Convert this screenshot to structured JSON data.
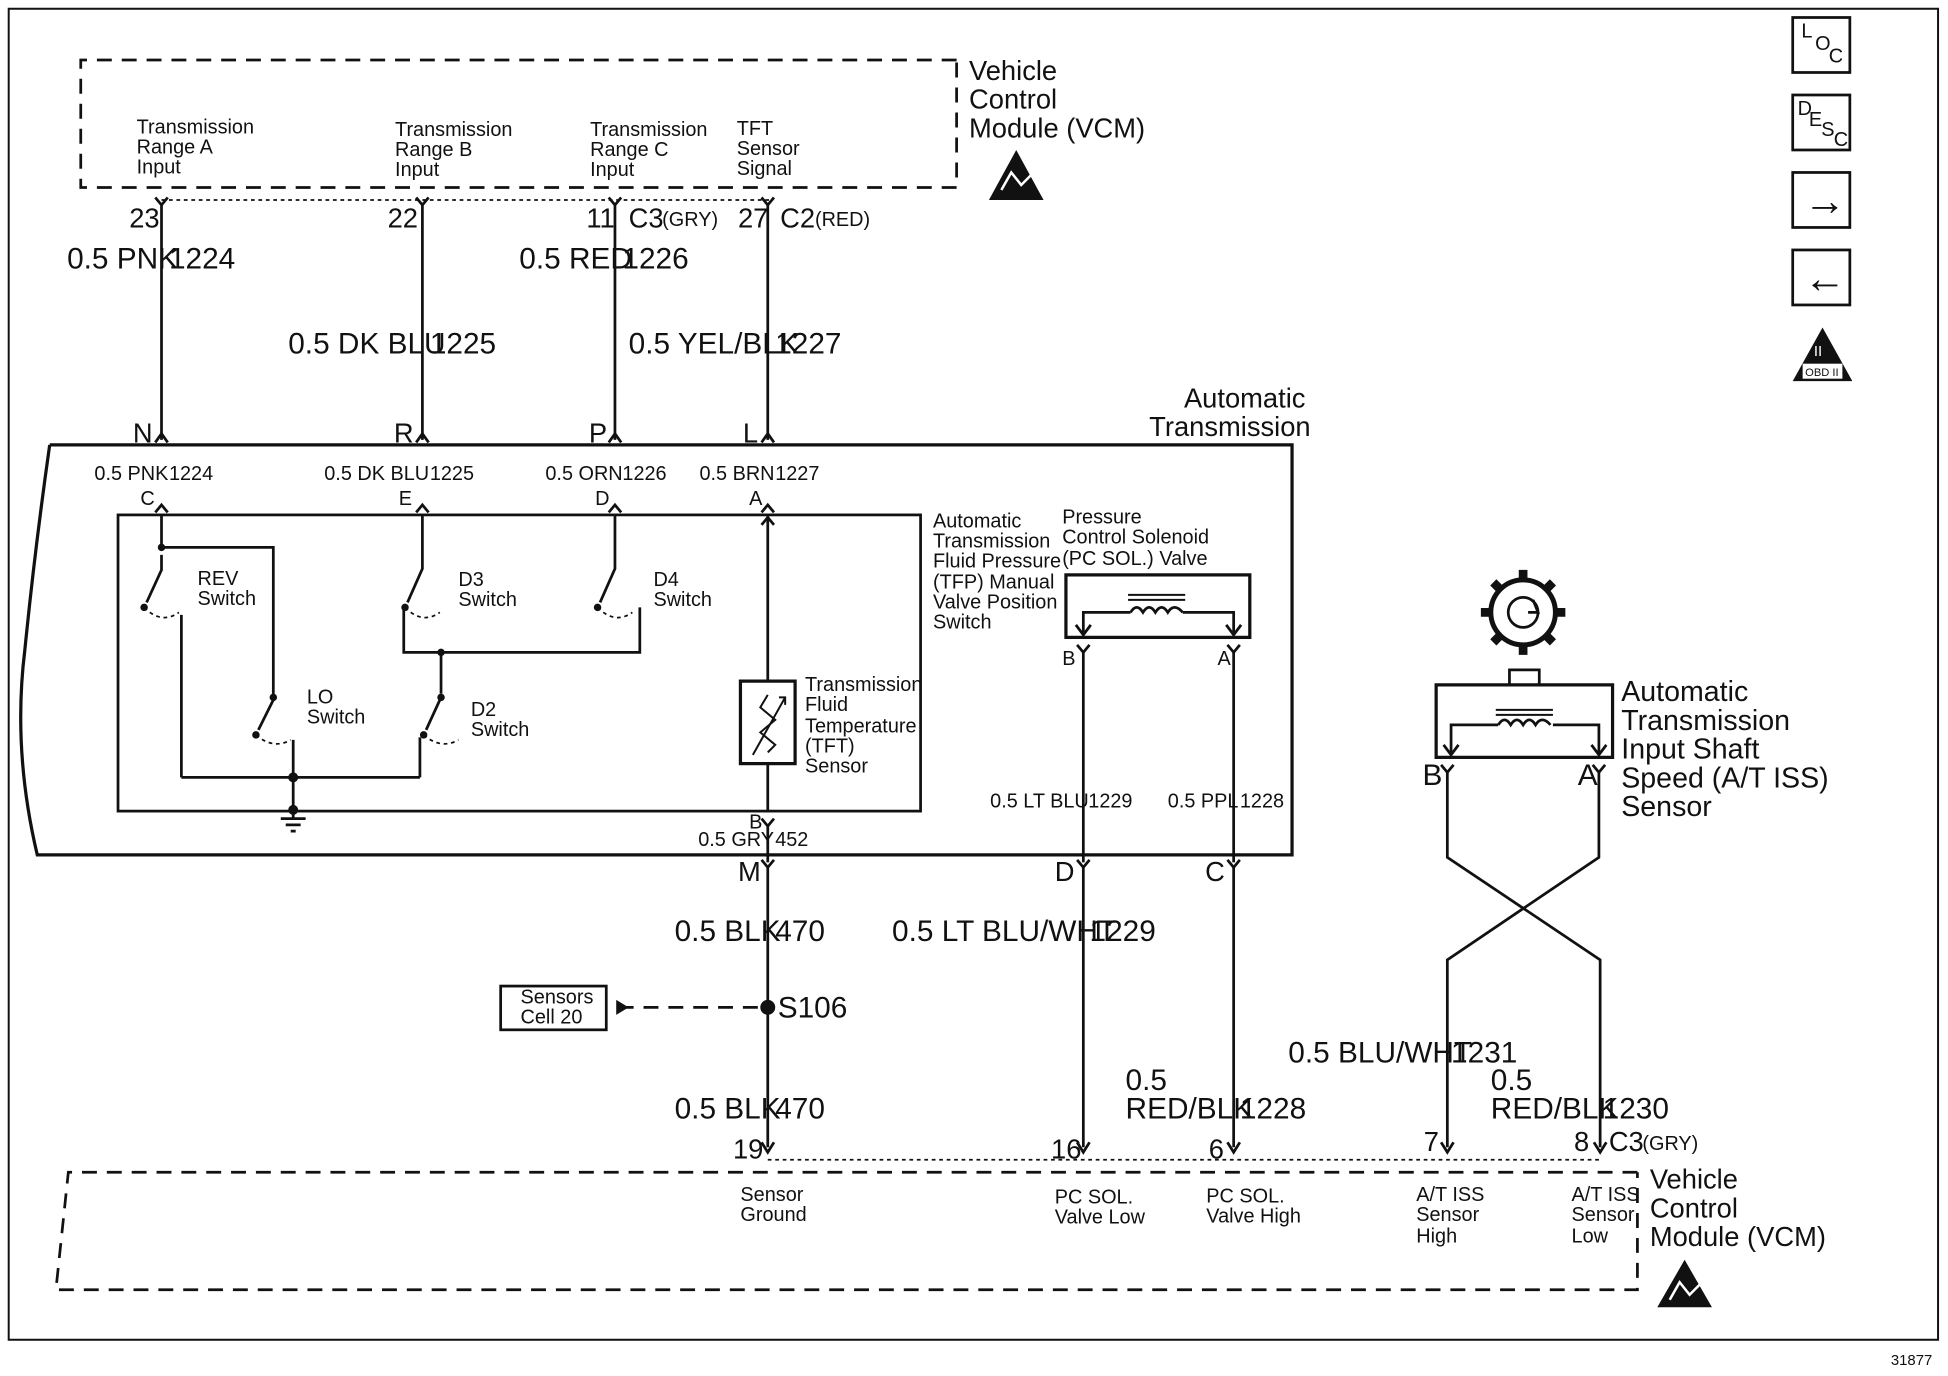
{
  "vcm_top": {
    "title": [
      "Vehicle",
      "Control",
      "Module (VCM)"
    ],
    "pins": [
      {
        "pin": "23",
        "label": [
          "Transmission",
          "Range A",
          "Input"
        ],
        "wire": "0.5 PNK",
        "circuit": "1224",
        "conn": "",
        "conn_color": ""
      },
      {
        "pin": "22",
        "label": [
          "Transmission",
          "Range B",
          "Input"
        ],
        "wire": "0.5 DK BLU",
        "circuit": "1225",
        "conn": "",
        "conn_color": ""
      },
      {
        "pin": "11",
        "label": [
          "Transmission",
          "Range C",
          "Input"
        ],
        "wire": "0.5 RED",
        "circuit": "1226",
        "conn": "C3",
        "conn_color": "(GRY)"
      },
      {
        "pin": "27",
        "label": [
          "TFT",
          "Sensor",
          "Signal"
        ],
        "wire": "0.5 YEL/BLK",
        "circuit": "1227",
        "conn": "C2",
        "conn_color": "(RED)"
      }
    ]
  },
  "transmission": {
    "title": [
      "Automatic",
      "Transmission"
    ],
    "top_pins": [
      {
        "outer": "N",
        "inner": "C",
        "wire": "0.5 PNK",
        "circuit": "1224"
      },
      {
        "outer": "R",
        "inner": "E",
        "wire": "0.5 DK BLU",
        "circuit": "1225"
      },
      {
        "outer": "P",
        "inner": "D",
        "wire": "0.5 ORN",
        "circuit": "1226"
      },
      {
        "outer": "L",
        "inner": "A",
        "wire": "0.5 BRN",
        "circuit": "1227"
      }
    ],
    "switches": {
      "rev": [
        "REV",
        "Switch"
      ],
      "d3": [
        "D3",
        "Switch"
      ],
      "d4": [
        "D4",
        "Switch"
      ],
      "lo": [
        "LO",
        "Switch"
      ],
      "d2": [
        "D2",
        "Switch"
      ]
    },
    "tfp_label": [
      "Automatic",
      "Transmission",
      "Fluid Pressure",
      "(TFP) Manual",
      "Valve Position",
      "Switch"
    ],
    "tft_label": [
      "Transmission",
      "Fluid",
      "Temperature",
      "(TFT)",
      "Sensor"
    ],
    "pc_sol_label": [
      "Pressure",
      "Control Solenoid",
      "(PC SOL.) Valve"
    ],
    "pc_pin_b": "B",
    "pc_pin_a": "A",
    "tft_pin": "B",
    "tft_wire": "0.5 GRY",
    "tft_circuit": "452",
    "pc_low_wire": "0.5 LT BLU",
    "pc_low_circuit": "1229",
    "pc_high_wire": "0.5 PPL",
    "pc_high_circuit": "1228",
    "out_m": "M",
    "out_d": "D",
    "out_c": "C"
  },
  "lower_wires": {
    "m_wire": "0.5 BLK",
    "m_circuit": "470",
    "d_wire": "0.5 LT BLU/WHT",
    "d_circuit": "1229",
    "splice": "S106",
    "ref_box": [
      "Sensors",
      "Cell 20"
    ],
    "gnd_wire": "0.5 BLK",
    "gnd_circuit": "470",
    "pch_wire": [
      "0.5",
      "RED/BLK"
    ],
    "pch_circuit": "1228",
    "iss_high_wire": "0.5 BLU/WHT",
    "iss_high_circuit": "1231",
    "iss_low_wire": [
      "0.5",
      "RED/BLK"
    ],
    "iss_low_circuit": "1230"
  },
  "iss_sensor": {
    "label": [
      "Automatic",
      "Transmission",
      "Input Shaft",
      "Speed (A/T ISS)",
      "Sensor"
    ],
    "pin_b": "B",
    "pin_a": "A"
  },
  "vcm_bottom": {
    "title": [
      "Vehicle",
      "Control",
      "Module (VCM)"
    ],
    "conn": "C3",
    "conn_color": "(GRY)",
    "pins": [
      {
        "pin": "19",
        "label": [
          "Sensor",
          "Ground"
        ]
      },
      {
        "pin": "16",
        "label": [
          "PC SOL.",
          "Valve Low"
        ]
      },
      {
        "pin": "6",
        "label": [
          "PC SOL.",
          "Valve High"
        ]
      },
      {
        "pin": "7",
        "label": [
          "A/T ISS",
          "Sensor",
          "High"
        ]
      },
      {
        "pin": "8",
        "label": [
          "A/T ISS",
          "Sensor",
          "Low"
        ]
      }
    ]
  },
  "nav": {
    "loc": [
      "L",
      "O",
      "C"
    ],
    "desc": [
      "D",
      "E",
      "S",
      "C"
    ],
    "next": "→",
    "prev": "←",
    "obd": [
      "II",
      "OBD II"
    ]
  },
  "figure_number": "31877"
}
